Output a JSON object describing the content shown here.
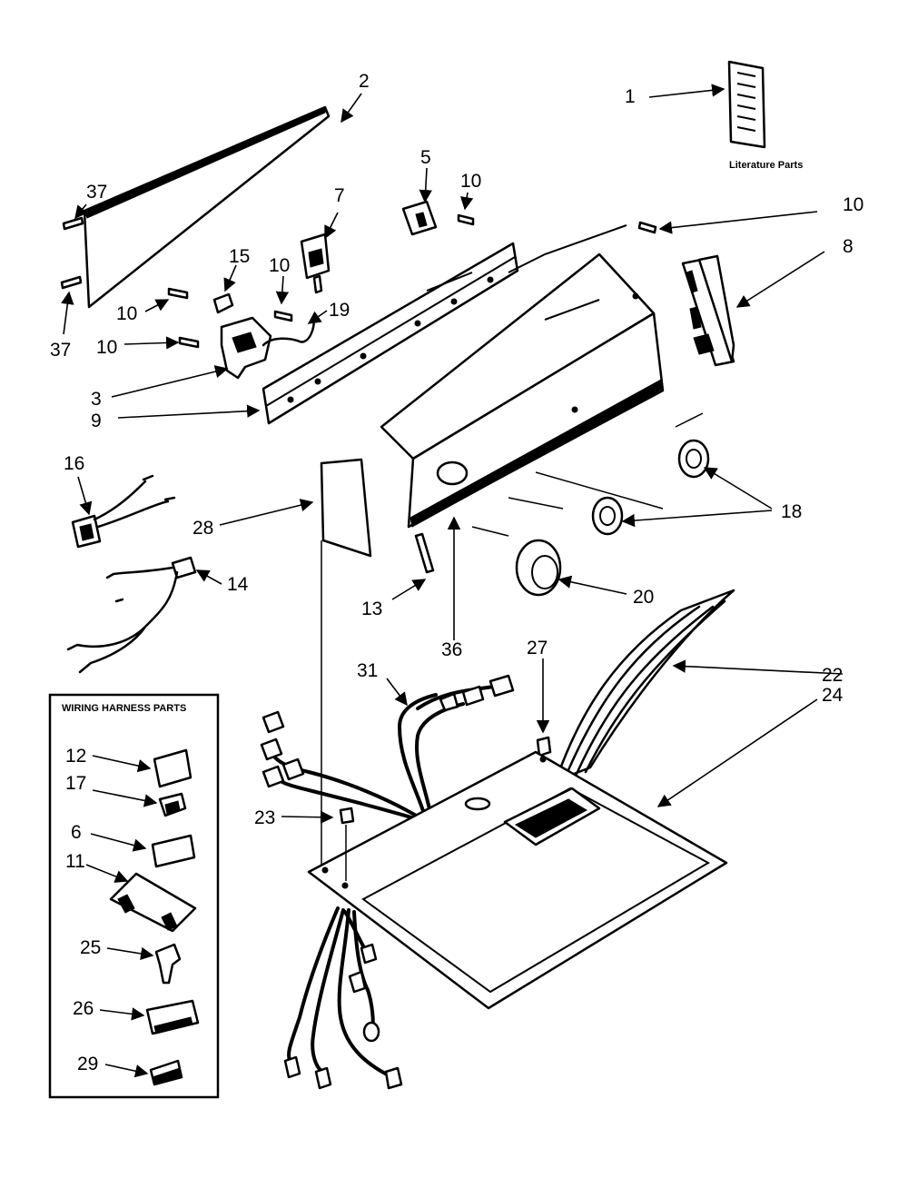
{
  "labels": {
    "n1": "1",
    "n2": "2",
    "n3": "3",
    "n5": "5",
    "n6": "6",
    "n7": "7",
    "n8": "8",
    "n9": "9",
    "n10a": "10",
    "n10b": "10",
    "n10c": "10",
    "n10d": "10",
    "n10e": "10",
    "n11": "11",
    "n12": "12",
    "n13": "13",
    "n14": "14",
    "n15": "15",
    "n16": "16",
    "n17": "17",
    "n18": "18",
    "n19": "19",
    "n20": "20",
    "n22": "22",
    "n23": "23",
    "n24": "24",
    "n25": "25",
    "n26": "26",
    "n27": "27",
    "n28": "28",
    "n29": "29",
    "n31": "31",
    "n36": "36",
    "n37a": "37",
    "n37b": "37"
  },
  "literature_caption": "Literature Parts",
  "wiring_box_title": "WIRING HARNESS PARTS"
}
